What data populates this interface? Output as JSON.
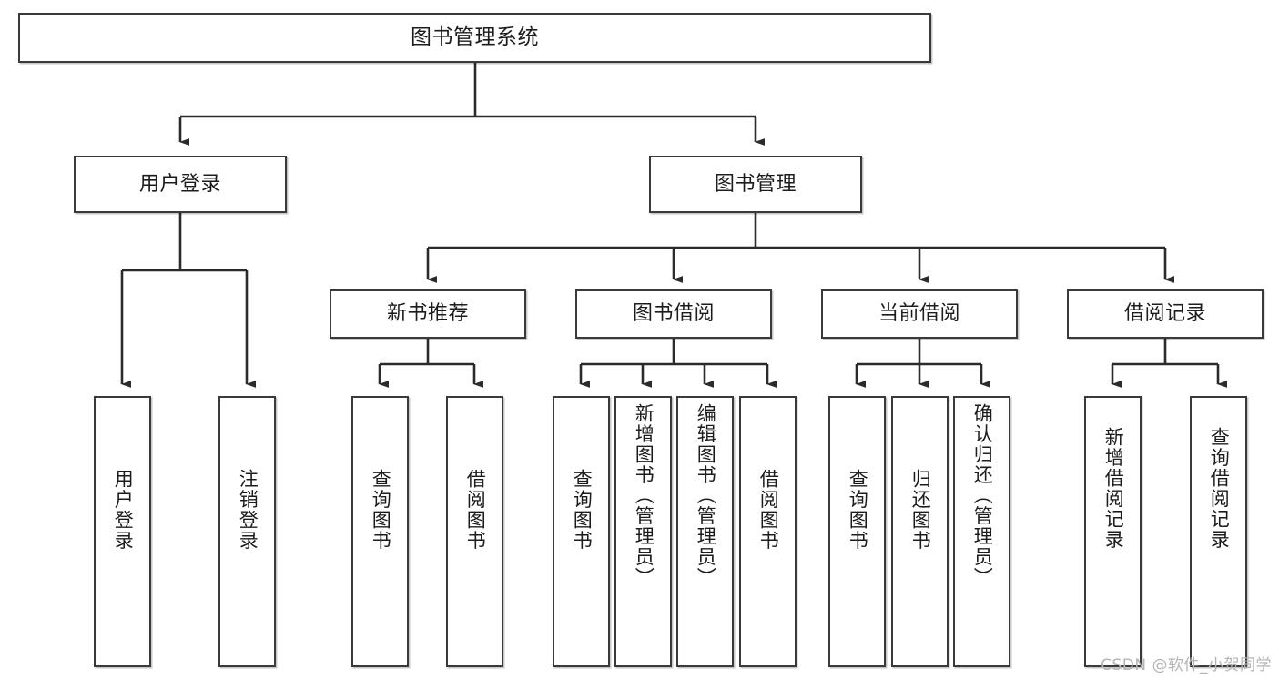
{
  "diagram": {
    "title": "图书管理系统",
    "type": "tree-hierarchy",
    "watermark": "CSDN @软件_小贺同学",
    "colors": {
      "background": "#ffffff",
      "box_border": "#3a3a3a",
      "box_fill": "#ffffff",
      "text": "#1c1c1c",
      "connector": "#2b2b2b",
      "watermark": "#b4b4b4"
    },
    "root": {
      "id": "root",
      "label": "图书管理系统",
      "orientation": "horizontal"
    },
    "level1": [
      {
        "id": "user-login",
        "label": "用户登录",
        "orientation": "horizontal"
      },
      {
        "id": "book-management",
        "label": "图书管理",
        "orientation": "horizontal"
      }
    ],
    "level2": [
      {
        "id": "new-book-recommend",
        "label": "新书推荐",
        "orientation": "horizontal",
        "parent": "book-management"
      },
      {
        "id": "book-borrow",
        "label": "图书借阅",
        "orientation": "horizontal",
        "parent": "book-management"
      },
      {
        "id": "current-borrow",
        "label": "当前借阅",
        "orientation": "horizontal",
        "parent": "book-management"
      },
      {
        "id": "borrow-record",
        "label": "借阅记录",
        "orientation": "horizontal",
        "parent": "book-management"
      }
    ],
    "leaves": [
      {
        "id": "leaf-user-login",
        "label": "用户登录",
        "orientation": "vertical",
        "parent": "user-login"
      },
      {
        "id": "leaf-user-logout",
        "label": "注销登录",
        "orientation": "vertical",
        "parent": "user-login"
      },
      {
        "id": "leaf-query-book-1",
        "label": "查询图书",
        "orientation": "vertical",
        "parent": "new-book-recommend"
      },
      {
        "id": "leaf-borrow-book-1",
        "label": "借阅图书",
        "orientation": "vertical",
        "parent": "new-book-recommend"
      },
      {
        "id": "leaf-query-book-2",
        "label": "查询图书",
        "orientation": "vertical",
        "parent": "book-borrow"
      },
      {
        "id": "leaf-add-book",
        "label": "新增图书（管理员）",
        "orientation": "vertical",
        "parent": "book-borrow"
      },
      {
        "id": "leaf-edit-book",
        "label": "编辑图书（管理员）",
        "orientation": "vertical",
        "parent": "book-borrow"
      },
      {
        "id": "leaf-borrow-book-2",
        "label": "借阅图书",
        "orientation": "vertical",
        "parent": "book-borrow"
      },
      {
        "id": "leaf-query-book-3",
        "label": "查询图书",
        "orientation": "vertical",
        "parent": "current-borrow"
      },
      {
        "id": "leaf-return-book",
        "label": "归还图书",
        "orientation": "vertical",
        "parent": "current-borrow"
      },
      {
        "id": "leaf-confirm-return",
        "label": "确认归还（管理员）",
        "orientation": "vertical",
        "parent": "current-borrow"
      },
      {
        "id": "leaf-add-record",
        "label": "新增借阅记录",
        "orientation": "vertical",
        "parent": "borrow-record"
      },
      {
        "id": "leaf-query-record",
        "label": "查询借阅记录",
        "orientation": "vertical",
        "parent": "borrow-record"
      }
    ]
  }
}
